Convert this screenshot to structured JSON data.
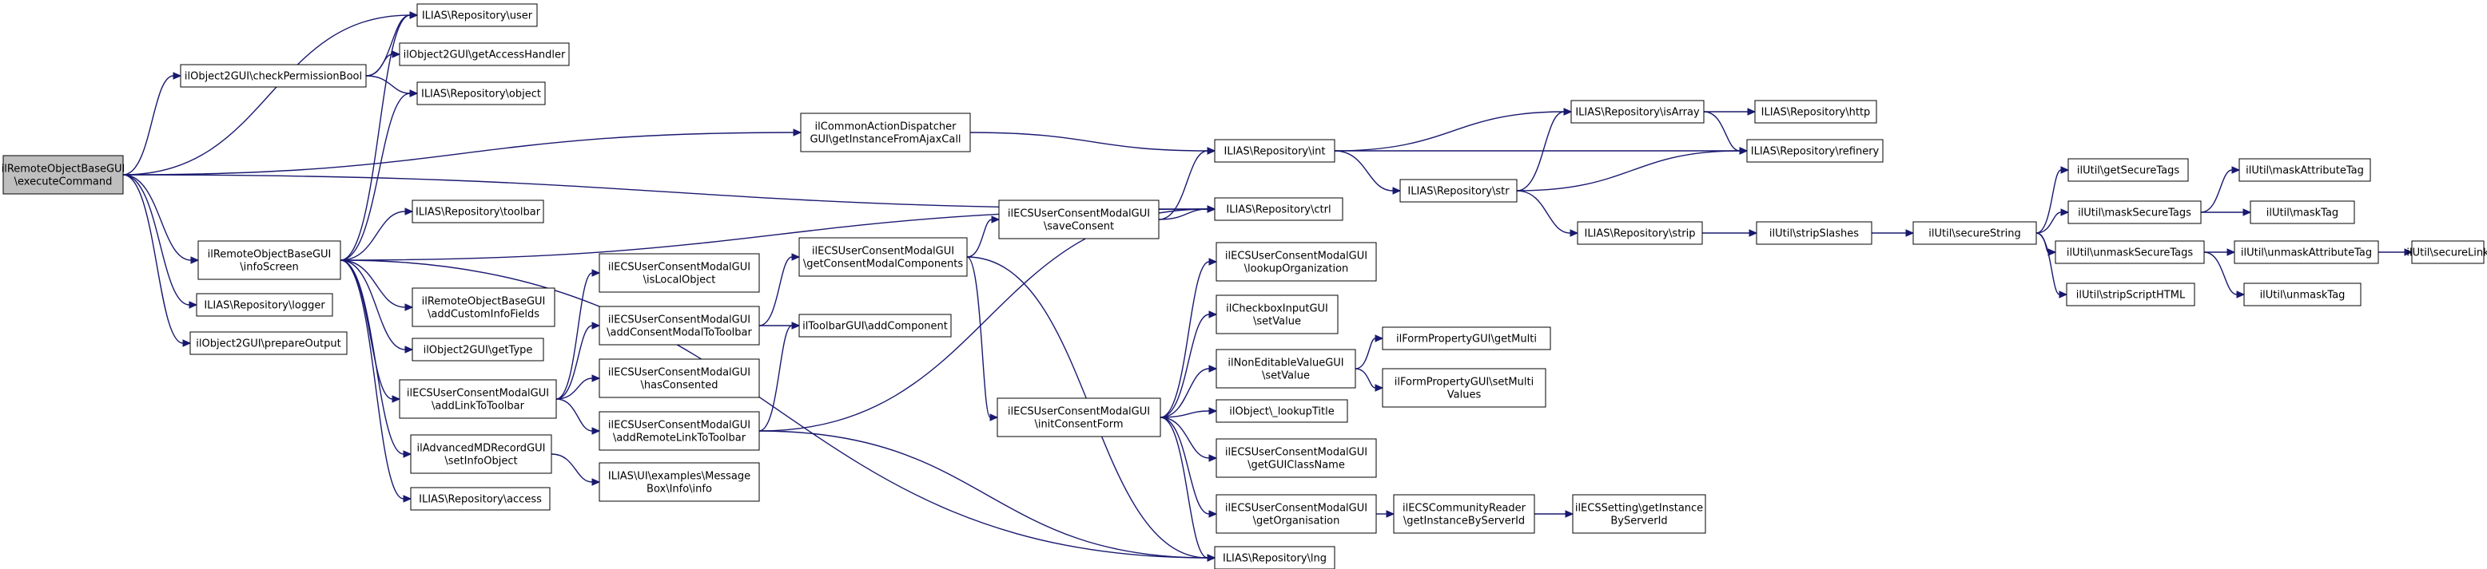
{
  "graph": {
    "title": "",
    "colors": {
      "edge": "#191970",
      "node_border": "#000000",
      "root_fill": "#bfbfbf",
      "node_fill": "#ffffff"
    },
    "nodes": [
      {
        "id": "root",
        "lines": [
          "ilRemoteObjectBaseGUI",
          "\\executeCommand"
        ],
        "root": true
      },
      {
        "id": "user",
        "lines": [
          "ILIAS\\Repository\\user"
        ]
      },
      {
        "id": "checkPerm",
        "lines": [
          "ilObject2GUI\\checkPermissionBool"
        ]
      },
      {
        "id": "getAccessHandler",
        "lines": [
          "ilObject2GUI\\getAccessHandler"
        ]
      },
      {
        "id": "object",
        "lines": [
          "ILIAS\\Repository\\object"
        ]
      },
      {
        "id": "infoScreen",
        "lines": [
          "ilRemoteObjectBaseGUI",
          "\\infoScreen"
        ]
      },
      {
        "id": "toolbar",
        "lines": [
          "ILIAS\\Repository\\toolbar"
        ]
      },
      {
        "id": "addCustomInfoFields",
        "lines": [
          "ilRemoteObjectBaseGUI",
          "\\addCustomInfoFields"
        ]
      },
      {
        "id": "getType",
        "lines": [
          "ilObject2GUI\\getType"
        ]
      },
      {
        "id": "logger",
        "lines": [
          "ILIAS\\Repository\\logger"
        ]
      },
      {
        "id": "prepareOutput",
        "lines": [
          "ilObject2GUI\\prepareOutput"
        ]
      },
      {
        "id": "addLinkToToolbar",
        "lines": [
          "ilECSUserConsentModalGUI",
          "\\addLinkToToolbar"
        ]
      },
      {
        "id": "setInfoObject",
        "lines": [
          "ilAdvancedMDRecordGUI",
          "\\setInfoObject"
        ]
      },
      {
        "id": "access",
        "lines": [
          "ILIAS\\Repository\\access"
        ]
      },
      {
        "id": "isLocalObject",
        "lines": [
          "ilECSUserConsentModalGUI",
          "\\isLocalObject"
        ]
      },
      {
        "id": "addConsentModal",
        "lines": [
          "ilECSUserConsentModalGUI",
          "\\addConsentModalToToolbar"
        ]
      },
      {
        "id": "hasConsented",
        "lines": [
          "ilECSUserConsentModalGUI",
          "\\hasConsented"
        ]
      },
      {
        "id": "addRemoteLink",
        "lines": [
          "ilECSUserConsentModalGUI",
          "\\addRemoteLinkToToolbar"
        ]
      },
      {
        "id": "messageBox",
        "lines": [
          "ILIAS\\UI\\examples\\Message",
          "Box\\Info\\info"
        ]
      },
      {
        "id": "getConsentModal",
        "lines": [
          "ilECSUserConsentModalGUI",
          "\\getConsentModalComponents"
        ]
      },
      {
        "id": "addComponent",
        "lines": [
          "ilToolbarGUI\\addComponent"
        ]
      },
      {
        "id": "commonAction",
        "lines": [
          "ilCommonActionDispatcher",
          "GUI\\getInstanceFromAjaxCall"
        ]
      },
      {
        "id": "saveConsent",
        "lines": [
          "ilECSUserConsentModalGUI",
          "\\saveConsent"
        ]
      },
      {
        "id": "initConsentForm",
        "lines": [
          "ilECSUserConsentModalGUI",
          "\\initConsentForm"
        ]
      },
      {
        "id": "int",
        "lines": [
          "ILIAS\\Repository\\int"
        ]
      },
      {
        "id": "ctrl",
        "lines": [
          "ILIAS\\Repository\\ctrl"
        ]
      },
      {
        "id": "lng",
        "lines": [
          "ILIAS\\Repository\\lng"
        ]
      },
      {
        "id": "lookupOrganization",
        "lines": [
          "ilECSUserConsentModalGUI",
          "\\lookupOrganization"
        ]
      },
      {
        "id": "checkboxSetValue",
        "lines": [
          "ilCheckboxInputGUI",
          "\\setValue"
        ]
      },
      {
        "id": "nonEditableSetValue",
        "lines": [
          "ilNonEditableValueGUI",
          "\\setValue"
        ]
      },
      {
        "id": "lookupTitle",
        "lines": [
          "ilObject\\_lookupTitle"
        ]
      },
      {
        "id": "getGUIClassName",
        "lines": [
          "ilECSUserConsentModalGUI",
          "\\getGUIClassName"
        ]
      },
      {
        "id": "getOrganisation",
        "lines": [
          "ilECSUserConsentModalGUI",
          "\\getOrganisation"
        ]
      },
      {
        "id": "getMulti",
        "lines": [
          "ilFormPropertyGUI\\getMulti"
        ]
      },
      {
        "id": "setMultiValues",
        "lines": [
          "ilFormPropertyGUI\\setMulti",
          "Values"
        ]
      },
      {
        "id": "getInstanceByServerId",
        "lines": [
          "ilECSCommunityReader",
          "\\getInstanceByServerId"
        ]
      },
      {
        "id": "ecsSetting",
        "lines": [
          "ilECSSetting\\getInstance",
          "ByServerId"
        ]
      },
      {
        "id": "str",
        "lines": [
          "ILIAS\\Repository\\str"
        ]
      },
      {
        "id": "isArray",
        "lines": [
          "ILIAS\\Repository\\isArray"
        ]
      },
      {
        "id": "http",
        "lines": [
          "ILIAS\\Repository\\http"
        ]
      },
      {
        "id": "refinery",
        "lines": [
          "ILIAS\\Repository\\refinery"
        ]
      },
      {
        "id": "strip",
        "lines": [
          "ILIAS\\Repository\\strip"
        ]
      },
      {
        "id": "stripSlashes",
        "lines": [
          "ilUtil\\stripSlashes"
        ]
      },
      {
        "id": "secureString",
        "lines": [
          "ilUtil\\secureString"
        ]
      },
      {
        "id": "getSecureTags",
        "lines": [
          "ilUtil\\getSecureTags"
        ]
      },
      {
        "id": "maskSecureTags",
        "lines": [
          "ilUtil\\maskSecureTags"
        ]
      },
      {
        "id": "unmaskSecureTags",
        "lines": [
          "ilUtil\\unmaskSecureTags"
        ]
      },
      {
        "id": "stripScriptHTML",
        "lines": [
          "ilUtil\\stripScriptHTML"
        ]
      },
      {
        "id": "maskAttributeTag",
        "lines": [
          "ilUtil\\maskAttributeTag"
        ]
      },
      {
        "id": "maskTag",
        "lines": [
          "ilUtil\\maskTag"
        ]
      },
      {
        "id": "unmaskAttributeTag",
        "lines": [
          "ilUtil\\unmaskAttributeTag"
        ]
      },
      {
        "id": "unmaskTag",
        "lines": [
          "ilUtil\\unmaskTag"
        ]
      },
      {
        "id": "secureLink",
        "lines": [
          "ilUtil\\secureLink"
        ]
      }
    ],
    "edges": [
      [
        "root",
        "user"
      ],
      [
        "root",
        "checkPerm"
      ],
      [
        "root",
        "commonAction"
      ],
      [
        "root",
        "ctrl"
      ],
      [
        "root",
        "infoScreen"
      ],
      [
        "root",
        "logger"
      ],
      [
        "root",
        "prepareOutput"
      ],
      [
        "checkPerm",
        "user"
      ],
      [
        "checkPerm",
        "getAccessHandler"
      ],
      [
        "checkPerm",
        "object"
      ],
      [
        "infoScreen",
        "user"
      ],
      [
        "infoScreen",
        "object"
      ],
      [
        "infoScreen",
        "ctrl"
      ],
      [
        "infoScreen",
        "toolbar"
      ],
      [
        "infoScreen",
        "addCustomInfoFields"
      ],
      [
        "infoScreen",
        "getType"
      ],
      [
        "infoScreen",
        "addLinkToToolbar"
      ],
      [
        "infoScreen",
        "setInfoObject"
      ],
      [
        "infoScreen",
        "access"
      ],
      [
        "infoScreen",
        "lng"
      ],
      [
        "addLinkToToolbar",
        "isLocalObject"
      ],
      [
        "addLinkToToolbar",
        "addConsentModal"
      ],
      [
        "addLinkToToolbar",
        "hasConsented"
      ],
      [
        "addLinkToToolbar",
        "addRemoteLink"
      ],
      [
        "addConsentModal",
        "getConsentModal"
      ],
      [
        "addConsentModal",
        "addComponent"
      ],
      [
        "addRemoteLink",
        "addComponent"
      ],
      [
        "addRemoteLink",
        "ctrl"
      ],
      [
        "addRemoteLink",
        "lng"
      ],
      [
        "setInfoObject",
        "messageBox"
      ],
      [
        "getConsentModal",
        "saveConsent"
      ],
      [
        "getConsentModal",
        "initConsentForm"
      ],
      [
        "getConsentModal",
        "lng"
      ],
      [
        "commonAction",
        "int"
      ],
      [
        "saveConsent",
        "int"
      ],
      [
        "saveConsent",
        "ctrl"
      ],
      [
        "initConsentForm",
        "lookupOrganization"
      ],
      [
        "initConsentForm",
        "checkboxSetValue"
      ],
      [
        "initConsentForm",
        "nonEditableSetValue"
      ],
      [
        "initConsentForm",
        "lookupTitle"
      ],
      [
        "initConsentForm",
        "getGUIClassName"
      ],
      [
        "initConsentForm",
        "getOrganisation"
      ],
      [
        "initConsentForm",
        "lng"
      ],
      [
        "nonEditableSetValue",
        "getMulti"
      ],
      [
        "nonEditableSetValue",
        "setMultiValues"
      ],
      [
        "getOrganisation",
        "getInstanceByServerId"
      ],
      [
        "getInstanceByServerId",
        "ecsSetting"
      ],
      [
        "int",
        "str"
      ],
      [
        "int",
        "isArray"
      ],
      [
        "int",
        "refinery"
      ],
      [
        "str",
        "isArray"
      ],
      [
        "str",
        "refinery"
      ],
      [
        "str",
        "strip"
      ],
      [
        "isArray",
        "http"
      ],
      [
        "isArray",
        "refinery"
      ],
      [
        "strip",
        "stripSlashes"
      ],
      [
        "stripSlashes",
        "secureString"
      ],
      [
        "secureString",
        "getSecureTags"
      ],
      [
        "secureString",
        "maskSecureTags"
      ],
      [
        "secureString",
        "unmaskSecureTags"
      ],
      [
        "secureString",
        "stripScriptHTML"
      ],
      [
        "maskSecureTags",
        "maskAttributeTag"
      ],
      [
        "maskSecureTags",
        "maskTag"
      ],
      [
        "unmaskSecureTags",
        "unmaskAttributeTag"
      ],
      [
        "unmaskSecureTags",
        "unmaskTag"
      ],
      [
        "unmaskAttributeTag",
        "secureLink"
      ]
    ]
  }
}
